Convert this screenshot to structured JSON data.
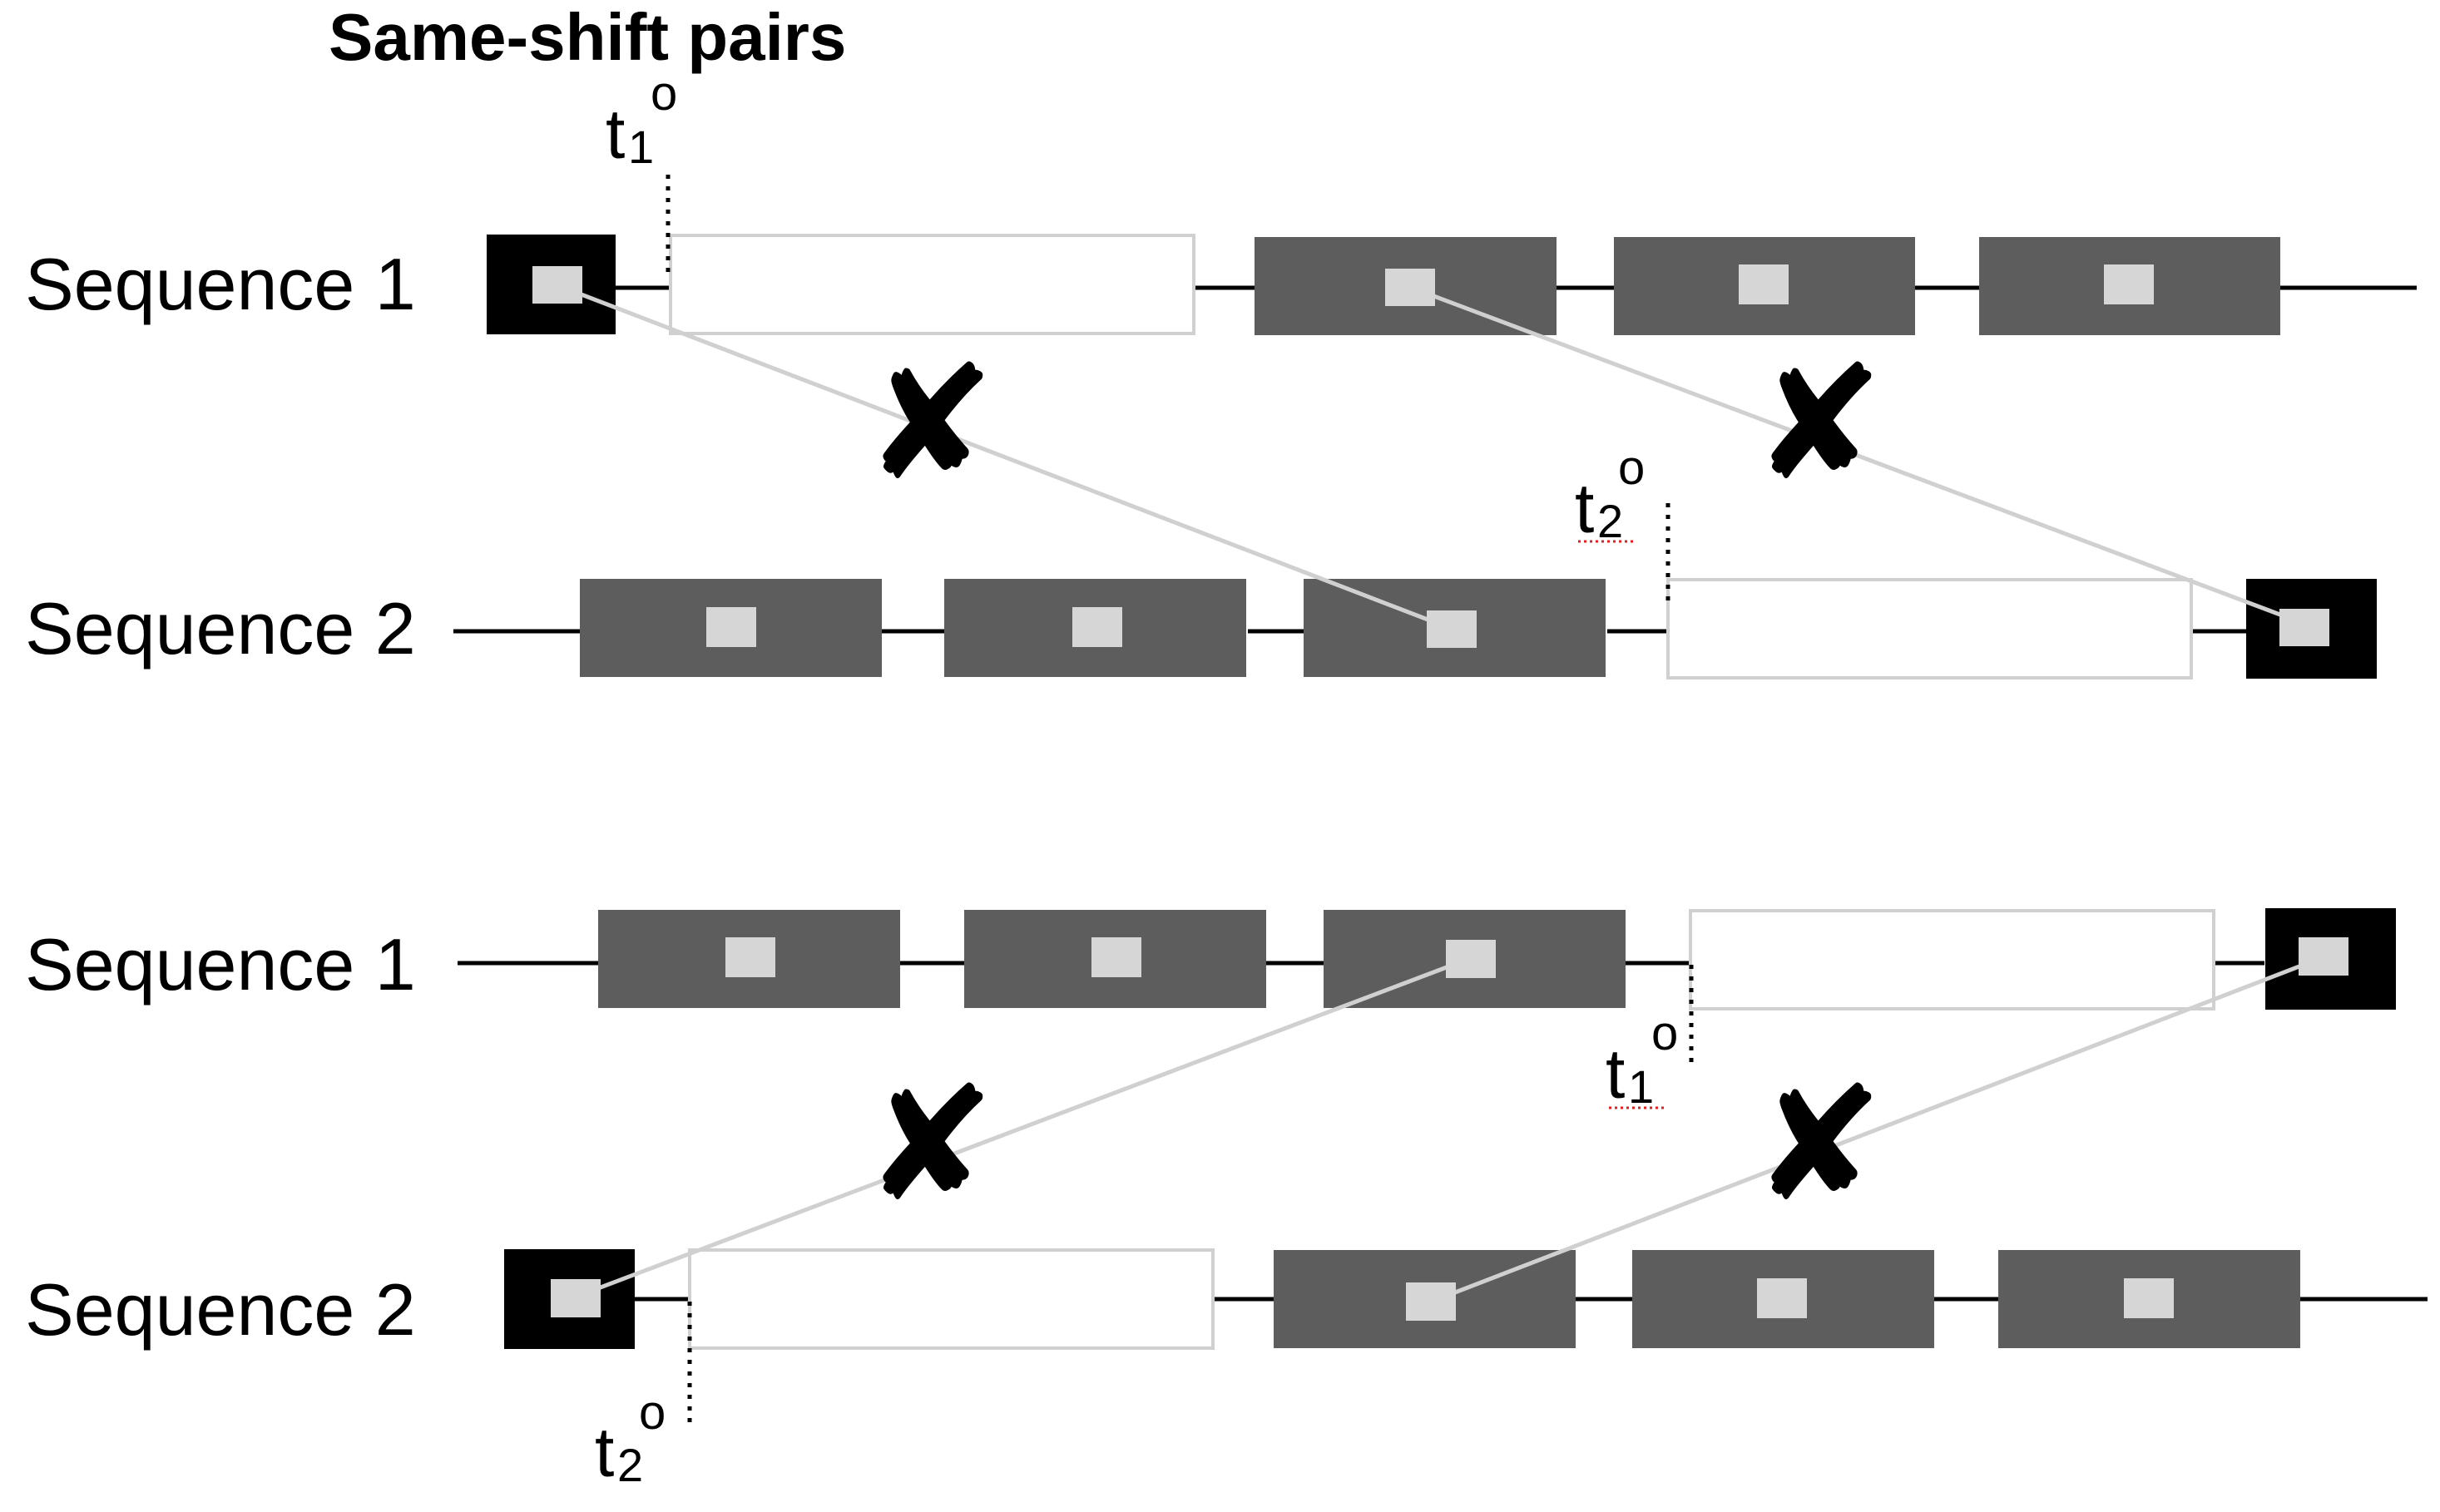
{
  "title": "Same-shift pairs",
  "colors": {
    "dark_block": "#5d5d5d",
    "black_block": "#000000",
    "empty_block_stroke": "#d0d0d0",
    "marker": "#d6d6d6",
    "link_line": "#d0d0d0",
    "axis_line": "#000000"
  },
  "panels": [
    {
      "sequences": [
        {
          "label": "Sequence 1"
        },
        {
          "label": "Sequence 2"
        }
      ],
      "time_markers": [
        {
          "main": "t",
          "sub": "1",
          "deg": "o",
          "underline": false
        },
        {
          "main": "t",
          "sub": "2",
          "deg": "o",
          "underline": true
        }
      ],
      "invalid_marks": [
        "✘",
        "✘"
      ]
    },
    {
      "sequences": [
        {
          "label": "Sequence 1"
        },
        {
          "label": "Sequence 2"
        }
      ],
      "time_markers": [
        {
          "main": "t",
          "sub": "1",
          "deg": "o",
          "underline": true
        },
        {
          "main": "t",
          "sub": "2",
          "deg": "o",
          "underline": false
        }
      ],
      "invalid_marks": [
        "✘",
        "✘"
      ]
    }
  ]
}
